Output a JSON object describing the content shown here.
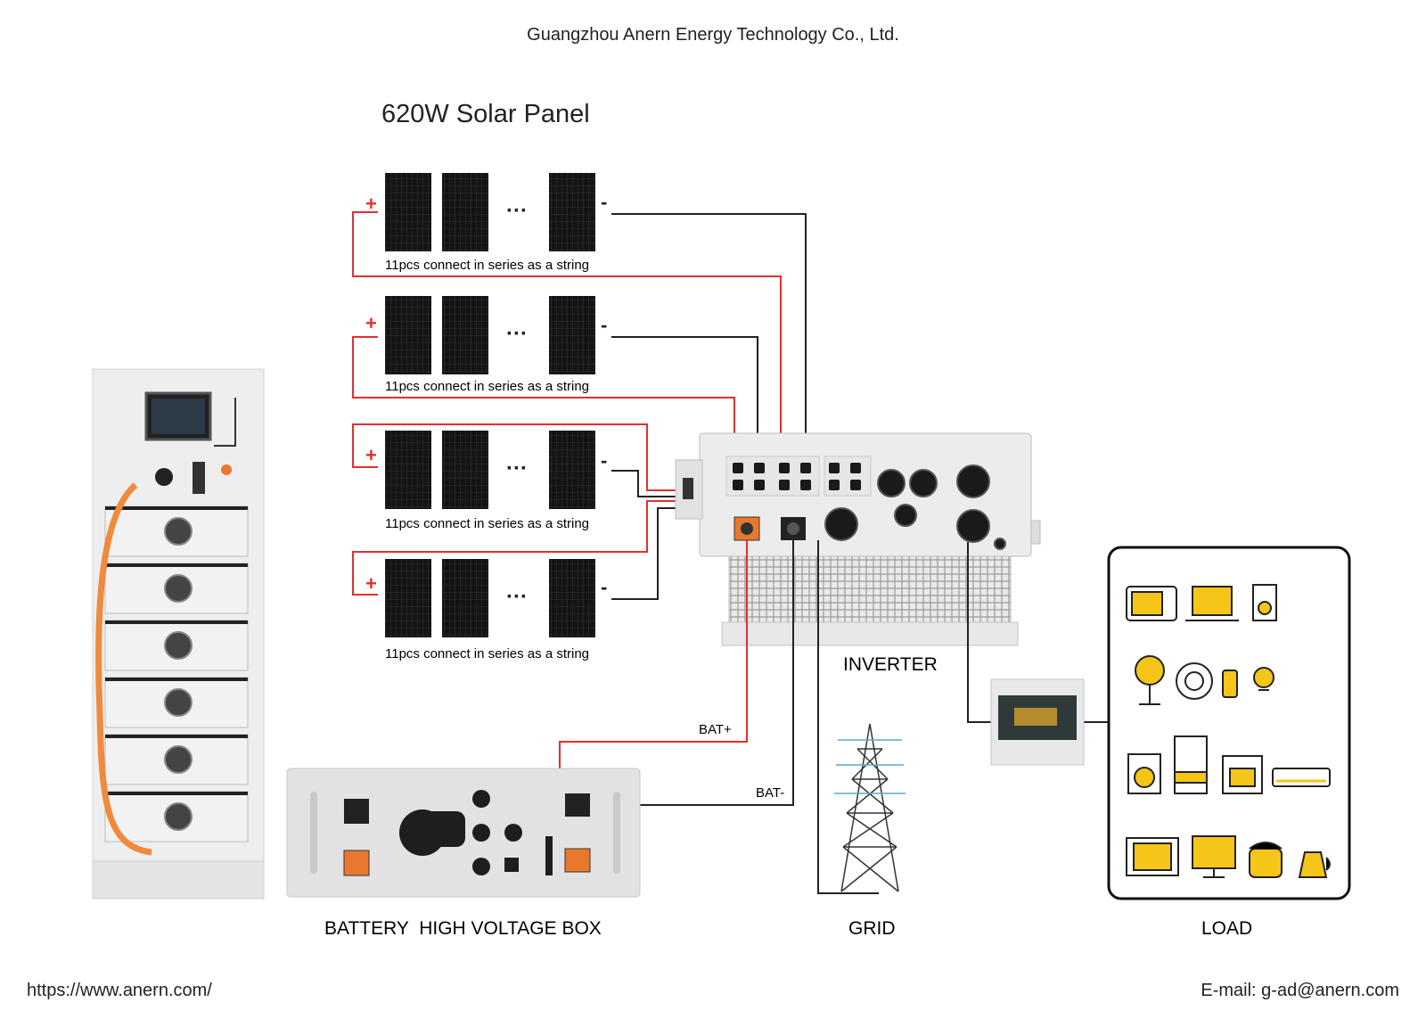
{
  "header": {
    "company": "Guangzhou Anern Energy Technology Co., Ltd."
  },
  "solar": {
    "title": "620W Solar Panel",
    "string_label": "11pcs connect in series as a string",
    "plus": "+",
    "minus": "-",
    "ellipsis": "···"
  },
  "labels": {
    "bat_plus": "BAT+",
    "bat_minus": "BAT-",
    "inverter": "INVERTER",
    "battery_box": "BATTERY  HIGH VOLTAGE BOX",
    "grid": "GRID",
    "load": "LOAD"
  },
  "footer": {
    "url": "https://www.anern.com/",
    "email": "E-mail: g-ad@anern.com"
  },
  "colors": {
    "positive_wire": "#e03030",
    "negative_wire": "#222222",
    "appliance_accent": "#f5c518",
    "cable_orange": "#f08a3c"
  }
}
